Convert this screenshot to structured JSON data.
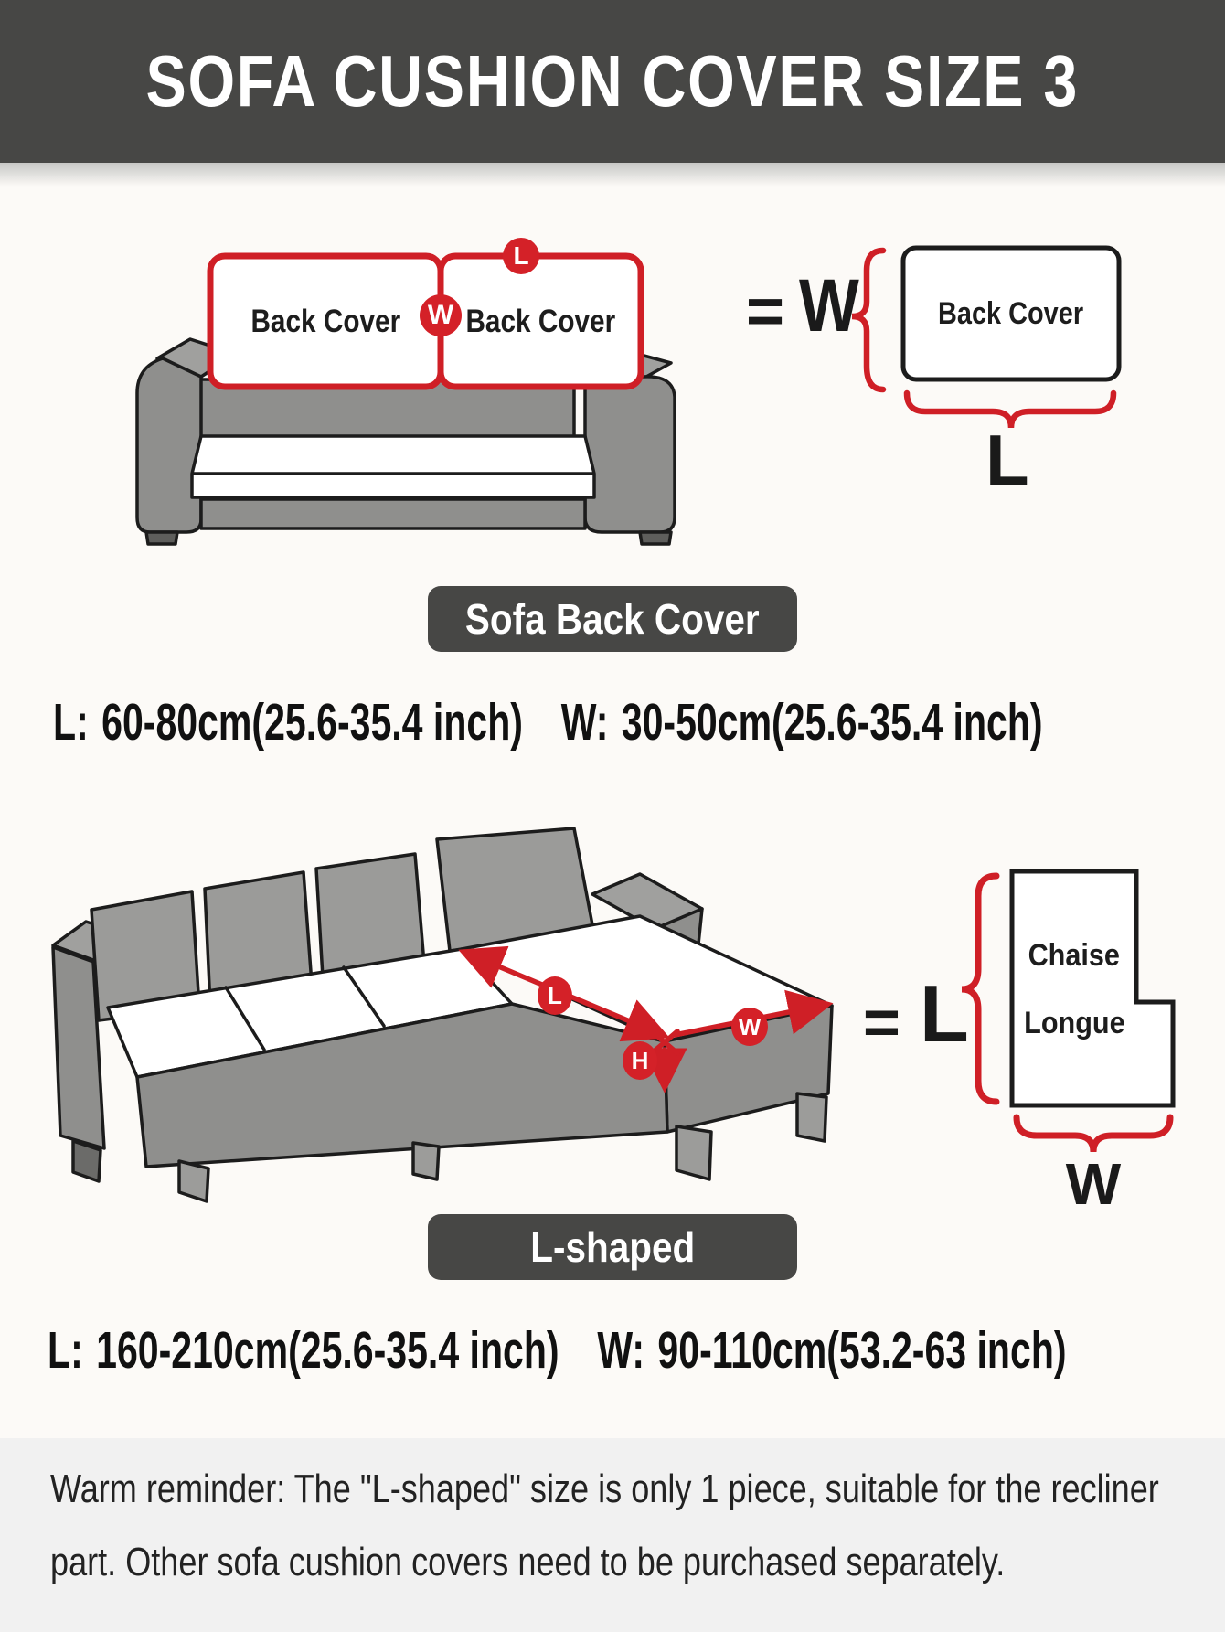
{
  "title": "SOFA CUSHION COVER SIZE 3",
  "back_cover_section": {
    "cushions": [
      "Back Cover",
      "Back Cover"
    ],
    "marker_l": "L",
    "marker_w": "W",
    "equals": "=",
    "result_width_label": "W",
    "result_box_label": "Back Cover",
    "result_length_label": "L",
    "badge": "Sofa Back Cover",
    "dims": {
      "l_label": "L:",
      "l_value": "60-80cm(25.6-35.4 inch)",
      "w_label": "W:",
      "w_value": "30-50cm(25.6-35.4 inch)"
    }
  },
  "l_shaped_section": {
    "marker_l": "L",
    "marker_w": "W",
    "marker_h": "H",
    "equals": "=",
    "result_length_label": "L",
    "result_box_label_line1": "Chaise",
    "result_box_label_line2": "Longue",
    "result_width_label": "W",
    "badge": "L-shaped",
    "dims": {
      "l_label": "L:",
      "l_value": "160-210cm(25.6-35.4 inch)",
      "w_label": "W:",
      "w_value": "90-110cm(53.2-63 inch)"
    }
  },
  "footer": {
    "reminder": "Warm reminder: The \"L-shaped\" size is only 1 piece, suitable for the recliner part. Other sofa cushion covers need to be purchased separately."
  },
  "colors": {
    "accent_red": "#cf1f26",
    "badge_red": "#d42128",
    "banner_dark": "#474745",
    "sofa_gray": "#8f8f8d",
    "footer_bg": "#f1f1f1"
  }
}
